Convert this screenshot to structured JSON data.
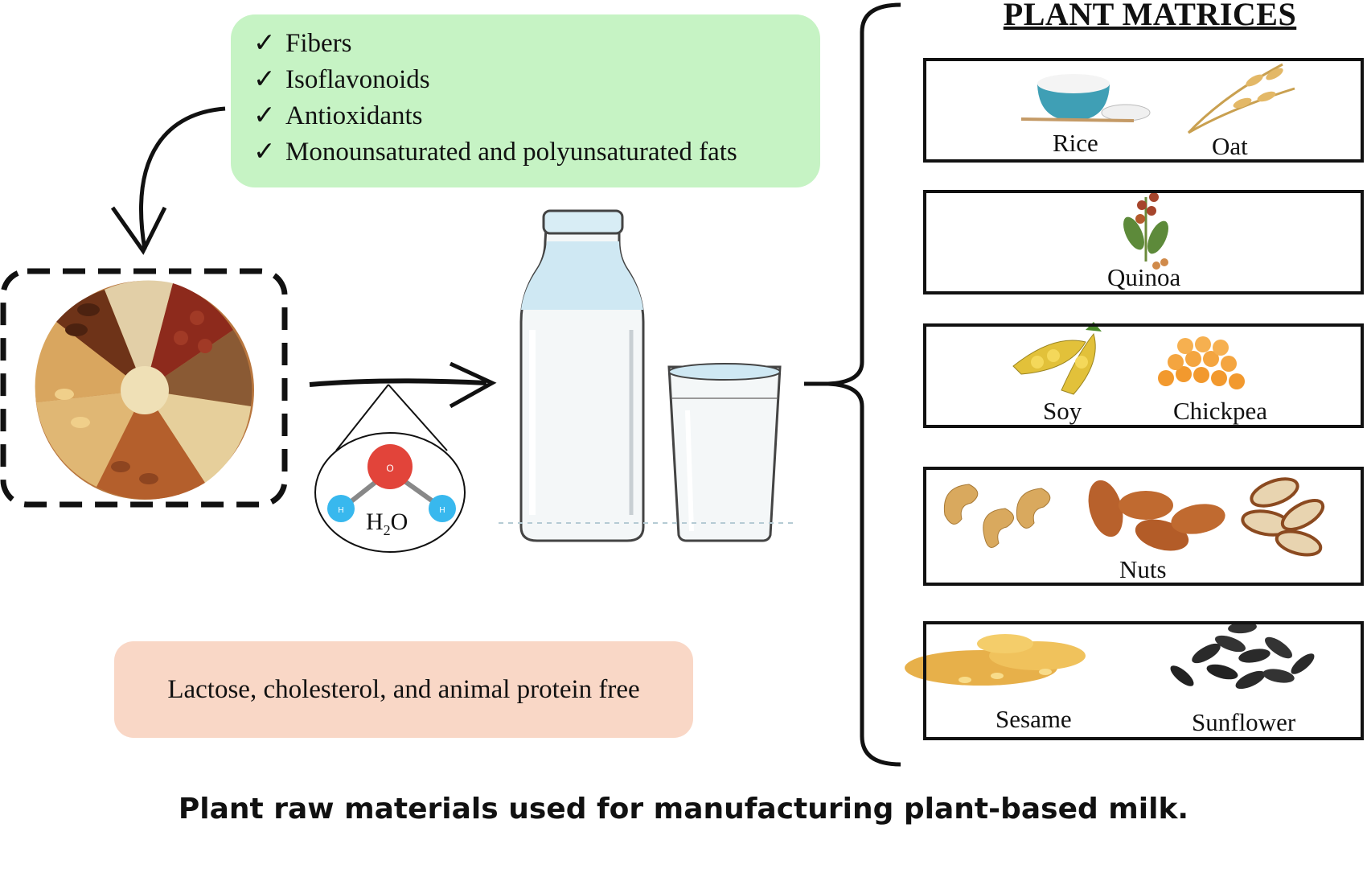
{
  "benefits": {
    "items": [
      "Fibers",
      "Isoflavonoids",
      "Antioxidants",
      "Monounsaturated and polyunsaturated fats"
    ],
    "check_symbol": "✓"
  },
  "molecule": {
    "formula_main": "H",
    "formula_sub": "2",
    "formula_end": "O",
    "atom_o": "O",
    "atom_h": "H"
  },
  "free_statement": "Lactose, cholesterol, and animal protein free",
  "plant_matrices": {
    "title": "PLANT MATRICES",
    "panels": [
      {
        "items": [
          "Rice",
          "Oat"
        ]
      },
      {
        "items": [
          "Quinoa"
        ]
      },
      {
        "items": [
          "Soy",
          "Chickpea"
        ]
      },
      {
        "items": [
          "Nuts"
        ]
      },
      {
        "items": [
          "Sesame",
          "Sunflower"
        ]
      }
    ]
  },
  "caption": "Plant raw materials used for manufacturing plant-based milk.",
  "colors": {
    "benefits_bg": "#c6f3c4",
    "free_bg": "#f9d7c6",
    "oxygen": "#e2443a",
    "hydrogen": "#38b8ee",
    "milk_glass": "#cfe8f3"
  }
}
